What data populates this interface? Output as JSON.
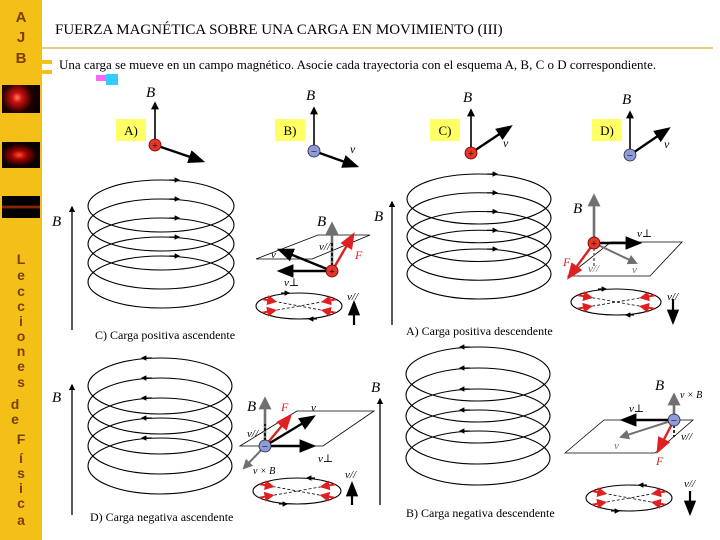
{
  "sidebar": {
    "initials": [
      "A",
      "J",
      "B"
    ],
    "vertical_text": [
      "L",
      "e",
      "c",
      "c",
      "i",
      "o",
      "n",
      "e",
      "s",
      "d",
      "e",
      "F",
      "í",
      "s",
      "i",
      "c",
      "a"
    ]
  },
  "header": {
    "title": "FUERZA MAGNÉTICA SOBRE UNA CARGA EN MOVIMIENTO (III)",
    "subtitle": "Una carga se mueve en un campo magnético. Asocie cada trayectoria con el esquema A, B, C o D correspondiente."
  },
  "schemes": [
    {
      "label": "A)",
      "charge": "+"
    },
    {
      "label": "B)",
      "charge": "−"
    },
    {
      "label": "C)",
      "charge": "+"
    },
    {
      "label": "D)",
      "charge": "−"
    }
  ],
  "symbols": {
    "B": "B",
    "v": "v",
    "F": "F",
    "v_par": "v//",
    "v_perp": "v⊥",
    "vxB": "v × B"
  },
  "panels": [
    {
      "caption": "C) Carga positiva ascendente"
    },
    {
      "caption": "A) Carga positiva descendente"
    },
    {
      "caption": "D) Carga negativa ascendente"
    },
    {
      "caption": "B) Carga negativa descendente"
    }
  ],
  "colors": {
    "sidebar": "#f4c017",
    "sidebar_text": "#7a3f00",
    "label_box": "#ffff66",
    "positive_charge": "#e8352a",
    "negative_charge": "#8f9bd8",
    "force": "#e02020",
    "gray_vector": "#707070"
  }
}
